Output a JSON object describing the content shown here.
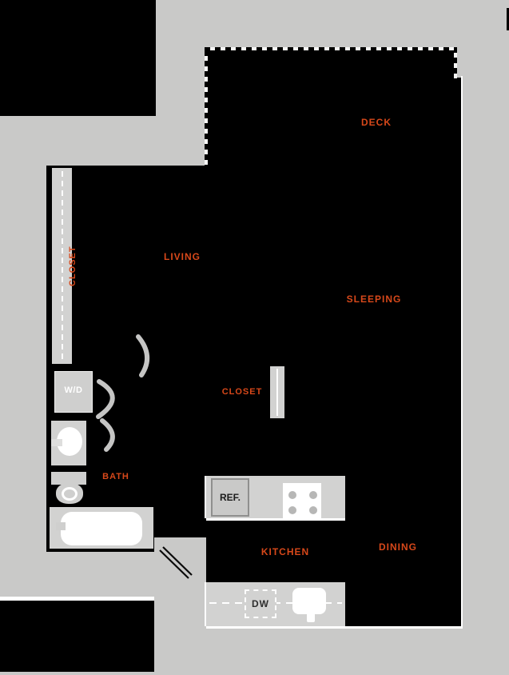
{
  "plan": {
    "room_labels": {
      "deck": "DECK",
      "living": "LIVING",
      "sleeping": "SLEEPING",
      "closet_left": "CLOSET",
      "closet_mid": "CLOSET",
      "bath": "BATH",
      "kitchen": "KITCHEN",
      "dining": "DINING"
    },
    "fixture_labels": {
      "washer_dryer": "W/D",
      "refrigerator": "REF.",
      "dishwasher": "DW"
    },
    "colors": {
      "background_gray": "#c9c9c8",
      "unit_fill_black": "#000000",
      "label_orange": "#d7481a",
      "fixture_gray": "#d2d2d1",
      "wall_hairline_white": "#ffffff"
    }
  }
}
